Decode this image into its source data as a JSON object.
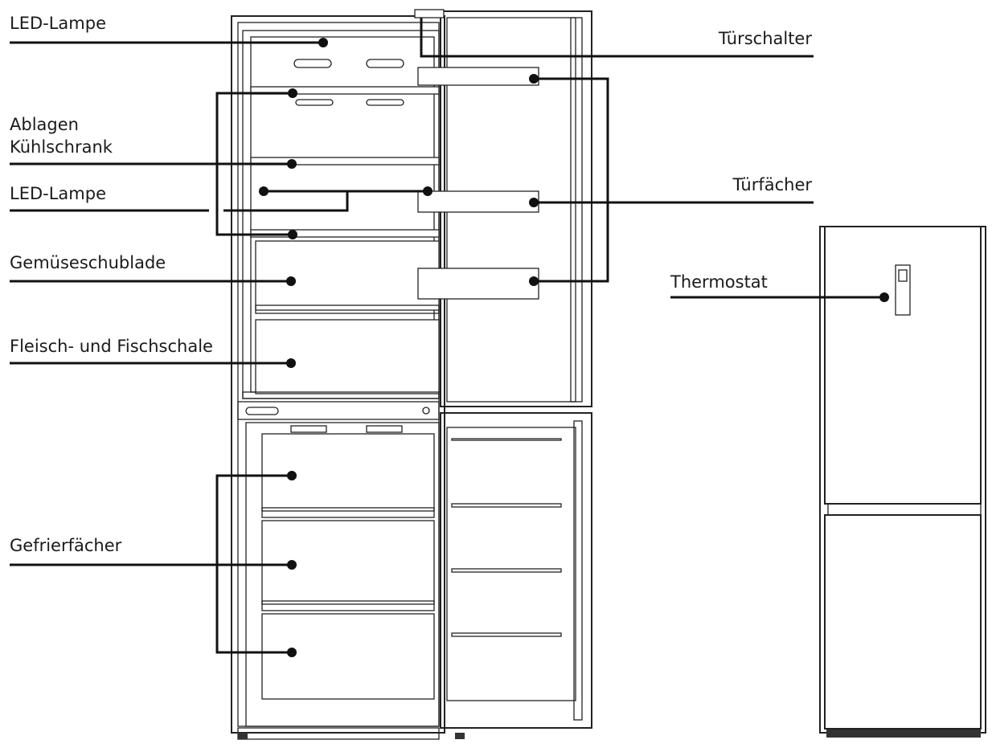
{
  "labels": {
    "led_lamp_top": "LED-Lampe",
    "shelves_fridge_line1": "Ablagen",
    "shelves_fridge_line2": "Kühlschrank",
    "led_lamp_middle": "LED-Lampe",
    "vegetable_drawer": "Gemüseschublade",
    "meat_fish_tray": "Fleisch- und Fischschale",
    "freezer_drawers": "Gefrierfächer",
    "door_switch": "Türschalter",
    "door_shelves": "Türfächer",
    "thermostat": "Thermostat"
  },
  "colors": {
    "line": "#111111",
    "background": "#ffffff"
  }
}
